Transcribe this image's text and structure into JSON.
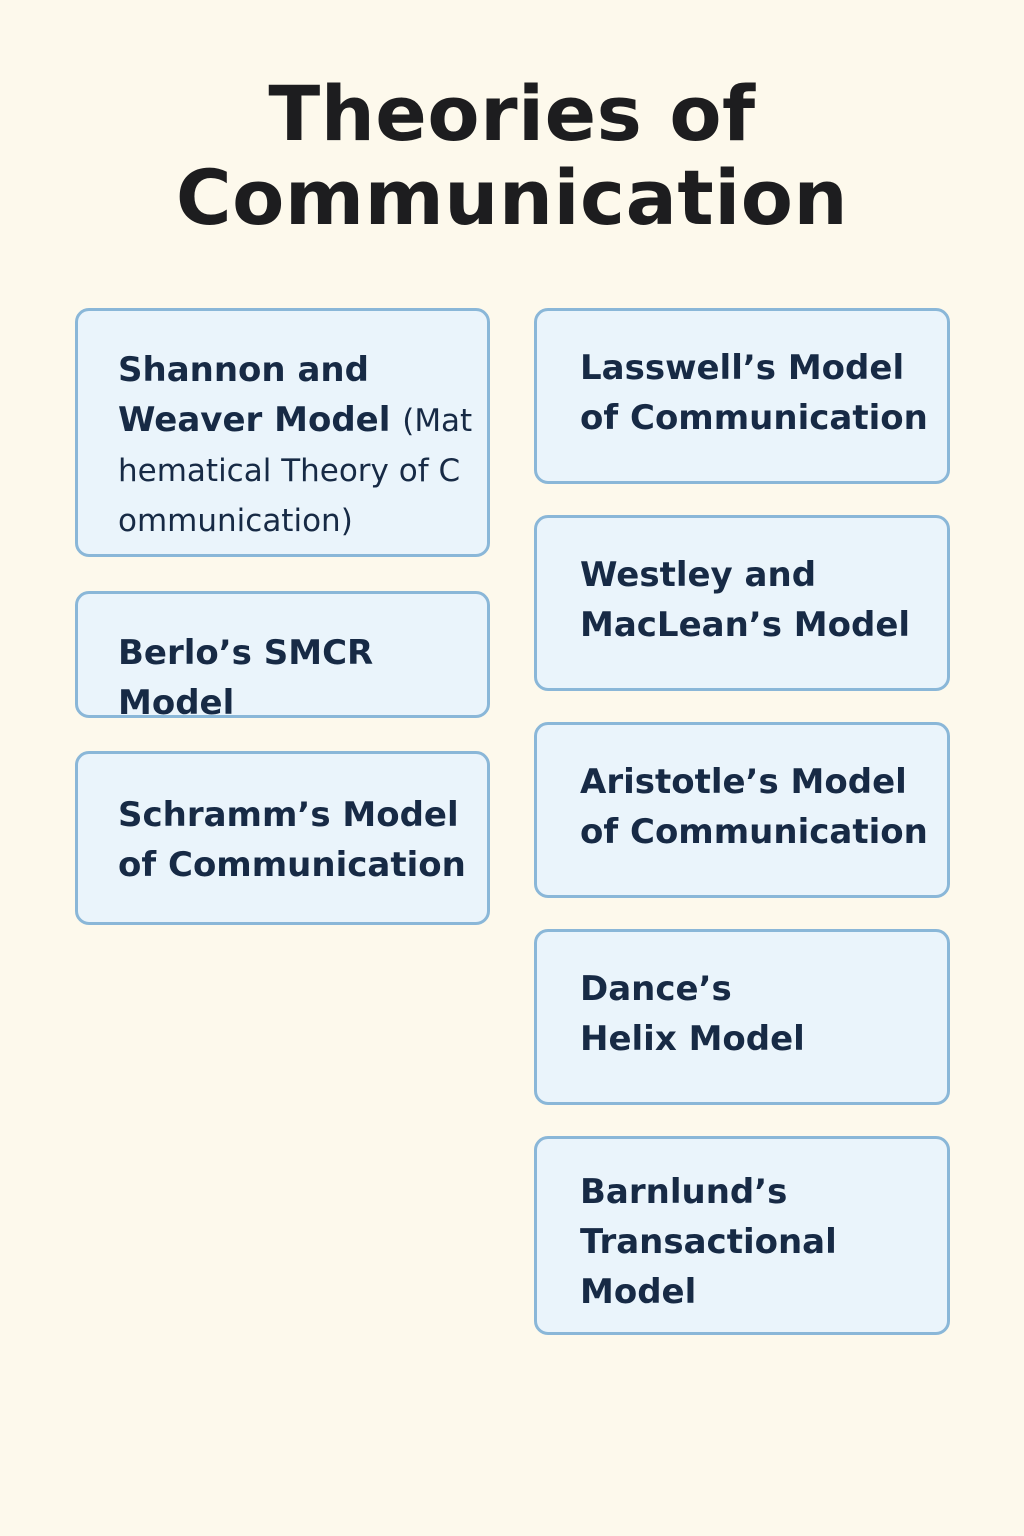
{
  "title": {
    "line1": "Theories of",
    "line2": "Communication"
  },
  "left_column": {
    "shannon": {
      "main": "Shannon and Weaver Model",
      "sub": "(Mathematical Theory of Communication)"
    },
    "berlo": "Berlo’s SMCR Model",
    "schramm": "Schramm’s Model of Communication"
  },
  "right_column": {
    "lasswell": "Lasswell’s Model of Communication",
    "westley": "Westley and MacLean’s Model",
    "aristotle": "Aristotle’s Model of Communication",
    "dance": "Dance’s Helix Model",
    "barnlund": "Barnlund’s Transactional Model"
  },
  "colors": {
    "background": "#fdf9ec",
    "card_fill": "#eaf4fb",
    "card_border": "#8ab7d8",
    "card_text": "#172a45",
    "title_text": "#1d1d1f"
  }
}
